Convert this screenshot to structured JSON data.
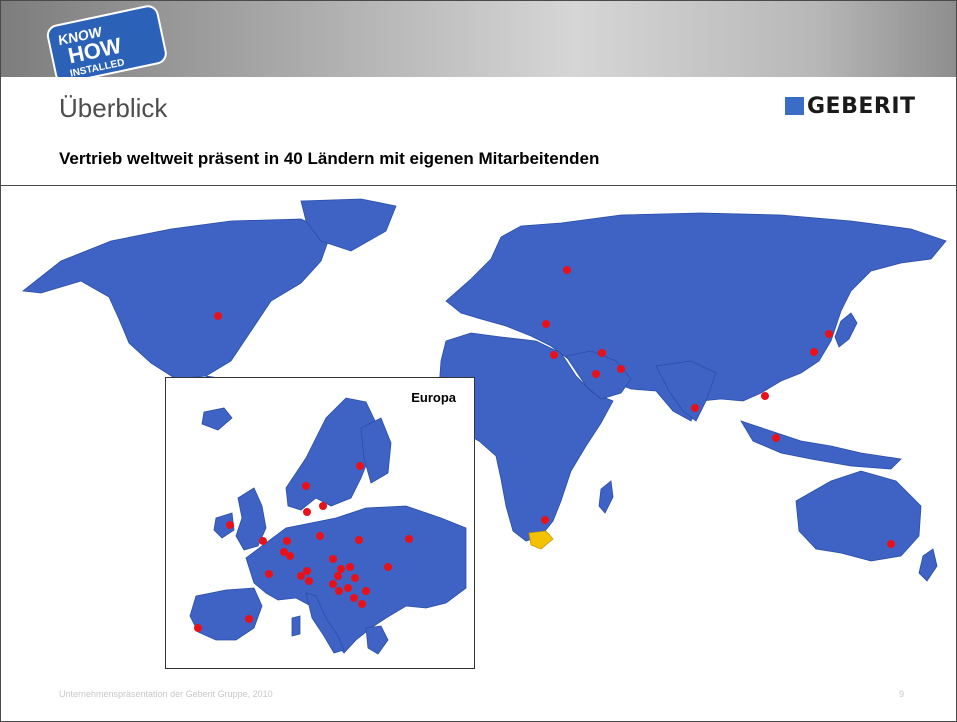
{
  "header": {
    "badge_lines": [
      "KNOW",
      "HOW",
      "INSTALLED"
    ],
    "title": "Überblick",
    "logo_text": "GEBERIT",
    "logo_color": "#3a6ec6"
  },
  "subtitle": "Vertrieb weltweit präsent in 40 Ländern mit eigenen Mitarbeitenden",
  "map": {
    "land_color": "#3e63c4",
    "marker_color": "#e8111a",
    "highlight_color": "#f2c200",
    "inset_label": "Europa"
  },
  "footer": {
    "text": "Unternehmenspräsentation der Geberit Gruppe, 2010",
    "page_number": "9"
  }
}
